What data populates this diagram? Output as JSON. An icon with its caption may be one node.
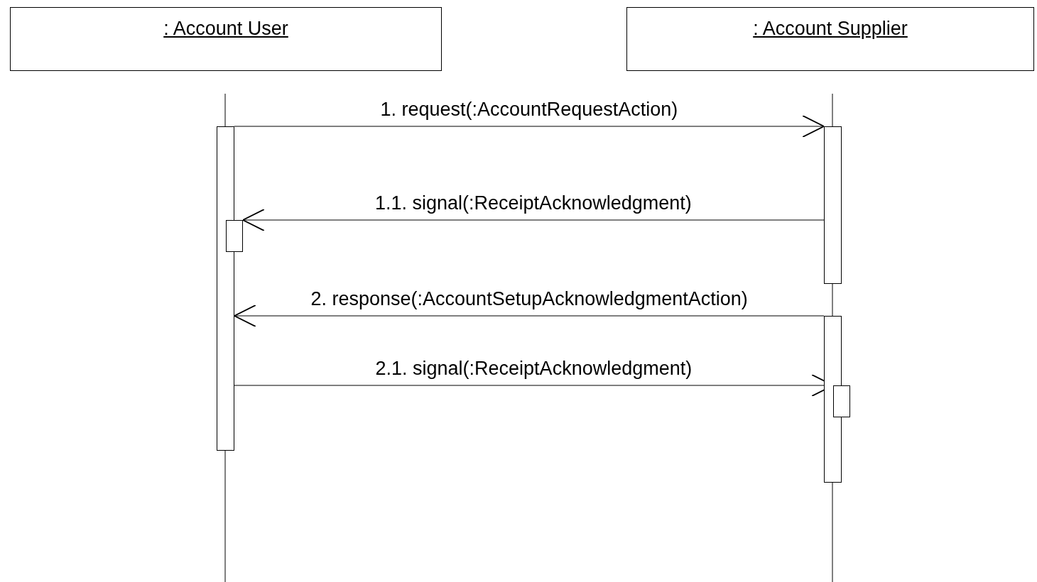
{
  "diagram": {
    "nodes": [
      {
        "text": [
          ": Account User"
        ]
      },
      {
        "text": [
          ": Account Supplier"
        ]
      },
      {
        "text": [],
        "shape": "bar"
      },
      {
        "text": [],
        "shape": "bar"
      },
      {
        "text": [],
        "shape": "bar"
      },
      {
        "text": [],
        "shape": "bar"
      },
      {
        "text": [],
        "shape": "bar"
      }
    ],
    "edges": [
      {
        "from": 2,
        "to": 4,
        "arrow": "to",
        "label": "1. request(:AccountRequestAction)"
      },
      {
        "from": 4,
        "to": 3,
        "arrow": "to",
        "label": "1.1. signal(:ReceiptAcknowledgment)"
      },
      {
        "from": 5,
        "to": 2,
        "arrow": "to",
        "label": "2. response(:AccountSetupAcknowledgmentAction)"
      },
      {
        "from": 2,
        "to": 6,
        "arrow": "to",
        "label": "2.1. signal(:ReceiptAcknowledgment)"
      }
    ]
  }
}
